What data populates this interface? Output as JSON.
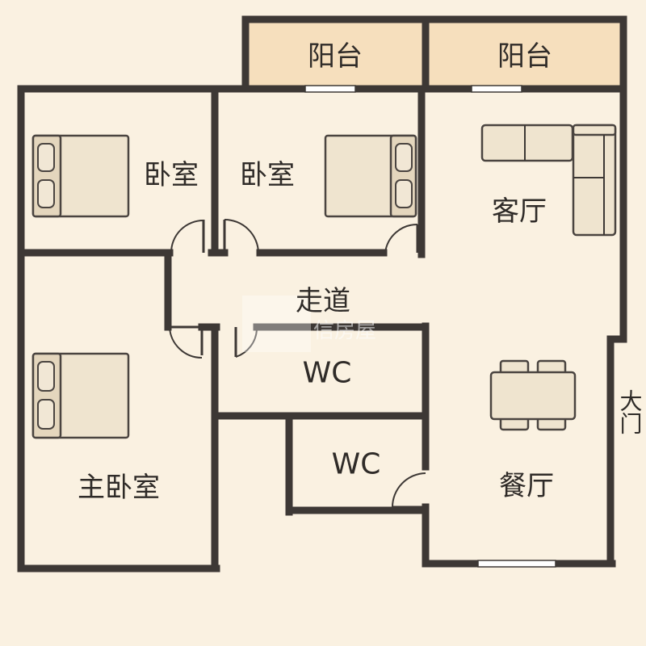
{
  "floor_plan": {
    "rooms": {
      "balcony_left": "阳台",
      "balcony_right": "阳台",
      "bedroom_left": "卧室",
      "bedroom_center": "卧室",
      "living_room": "客厅",
      "corridor": "走道",
      "master_bedroom": "主卧室",
      "wc_upper": "WC",
      "wc_lower": "WC",
      "dining_room": "餐厅"
    },
    "entrance_label": "大门",
    "watermark": "信房屋",
    "colors": {
      "background": "#faf1e1",
      "balcony_fill": "#f6dfbd",
      "wall": "#3d3835",
      "furniture": "#efe4cf"
    }
  }
}
